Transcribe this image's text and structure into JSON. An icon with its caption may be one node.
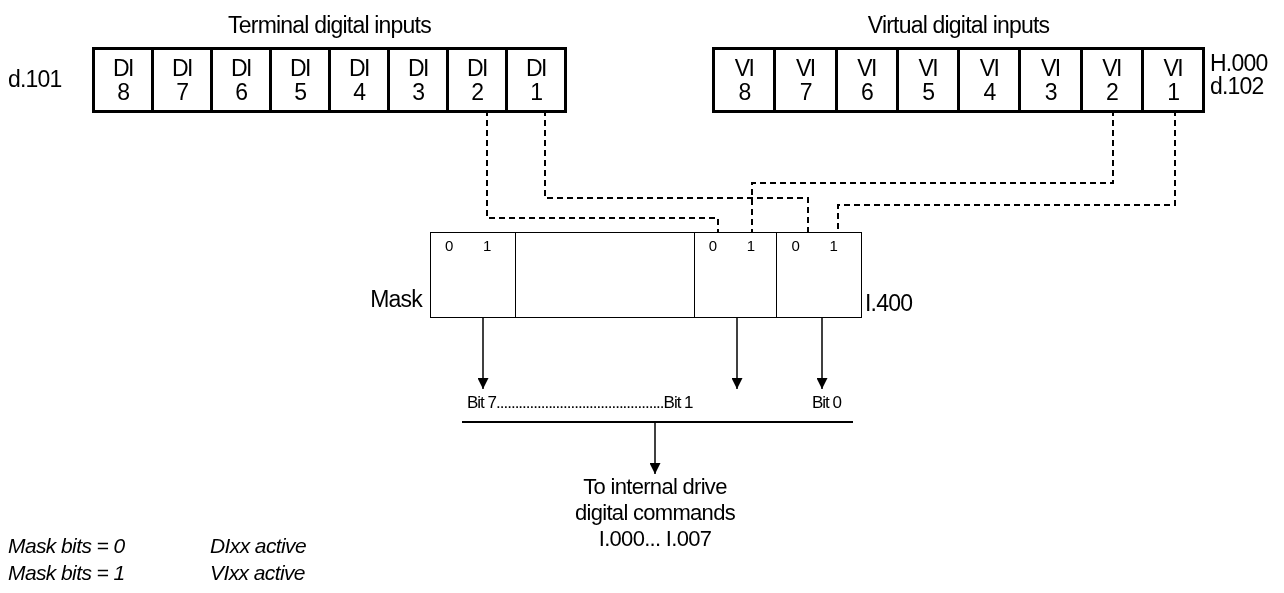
{
  "diagram": {
    "nodes": [
      {
        "text": [
          "Terminal digital inputs"
        ],
        "beside": [
          "d.101"
        ]
      },
      {
        "text": [
          "DI 8"
        ],
        "in": 0
      },
      {
        "text": [
          "DI 7"
        ],
        "in": 0
      },
      {
        "text": [
          "DI 6"
        ],
        "in": 0
      },
      {
        "text": [
          "DI 5"
        ],
        "in": 0
      },
      {
        "text": [
          "DI 4"
        ],
        "in": 0
      },
      {
        "text": [
          "DI 3"
        ],
        "in": 0
      },
      {
        "text": [
          "DI 2"
        ],
        "in": 0
      },
      {
        "text": [
          "DI 1"
        ],
        "in": 0
      },
      {
        "text": [
          "Virtual digital inputs"
        ],
        "beside": [
          "H.000 d.102"
        ]
      },
      {
        "text": [
          "VI 8"
        ],
        "in": 9
      },
      {
        "text": [
          "VI 7"
        ],
        "in": 9
      },
      {
        "text": [
          "VI 6"
        ],
        "in": 9
      },
      {
        "text": [
          "VI 5"
        ],
        "in": 9
      },
      {
        "text": [
          "VI 4"
        ],
        "in": 9
      },
      {
        "text": [
          "VI 3"
        ],
        "in": 9
      },
      {
        "text": [
          "VI 2"
        ],
        "in": 9
      },
      {
        "text": [
          "VI 1"
        ],
        "in": 9
      },
      {
        "text": [
          "Mask"
        ],
        "beside": [
          "I.400"
        ]
      },
      {
        "text": [
          "0",
          "1"
        ],
        "in": 18
      },
      {
        "text": [],
        "shape": "box",
        "in": 18
      },
      {
        "text": [
          "0",
          "1"
        ],
        "in": 18
      },
      {
        "text": [
          "0",
          "1"
        ],
        "in": 18
      },
      {
        "text": [
          "Bit 7.............................................Bit 1",
          "Bit 0"
        ]
      },
      {
        "text": [
          "To internal drive digital commands",
          "I.000... I.007"
        ]
      }
    ],
    "edges": [
      {
        "from": 7,
        "to": 21,
        "arrow": "none",
        "style": "dashed"
      },
      {
        "from": 8,
        "to": 22,
        "arrow": "none",
        "style": "dashed"
      },
      {
        "from": 16,
        "to": 21,
        "arrow": "none",
        "style": "dashed"
      },
      {
        "from": 17,
        "to": 22,
        "arrow": "none",
        "style": "dashed"
      },
      {
        "from": 19,
        "to": 23,
        "arrow": "to"
      },
      {
        "from": 21,
        "to": 23,
        "arrow": "to"
      },
      {
        "from": 22,
        "to": 23,
        "arrow": "to"
      },
      {
        "from": 23,
        "to": 24,
        "arrow": "to"
      }
    ],
    "labels": [
      "Mask bits = 0",
      "DIxx active",
      "Mask bits = 1",
      "VIxx active"
    ]
  }
}
